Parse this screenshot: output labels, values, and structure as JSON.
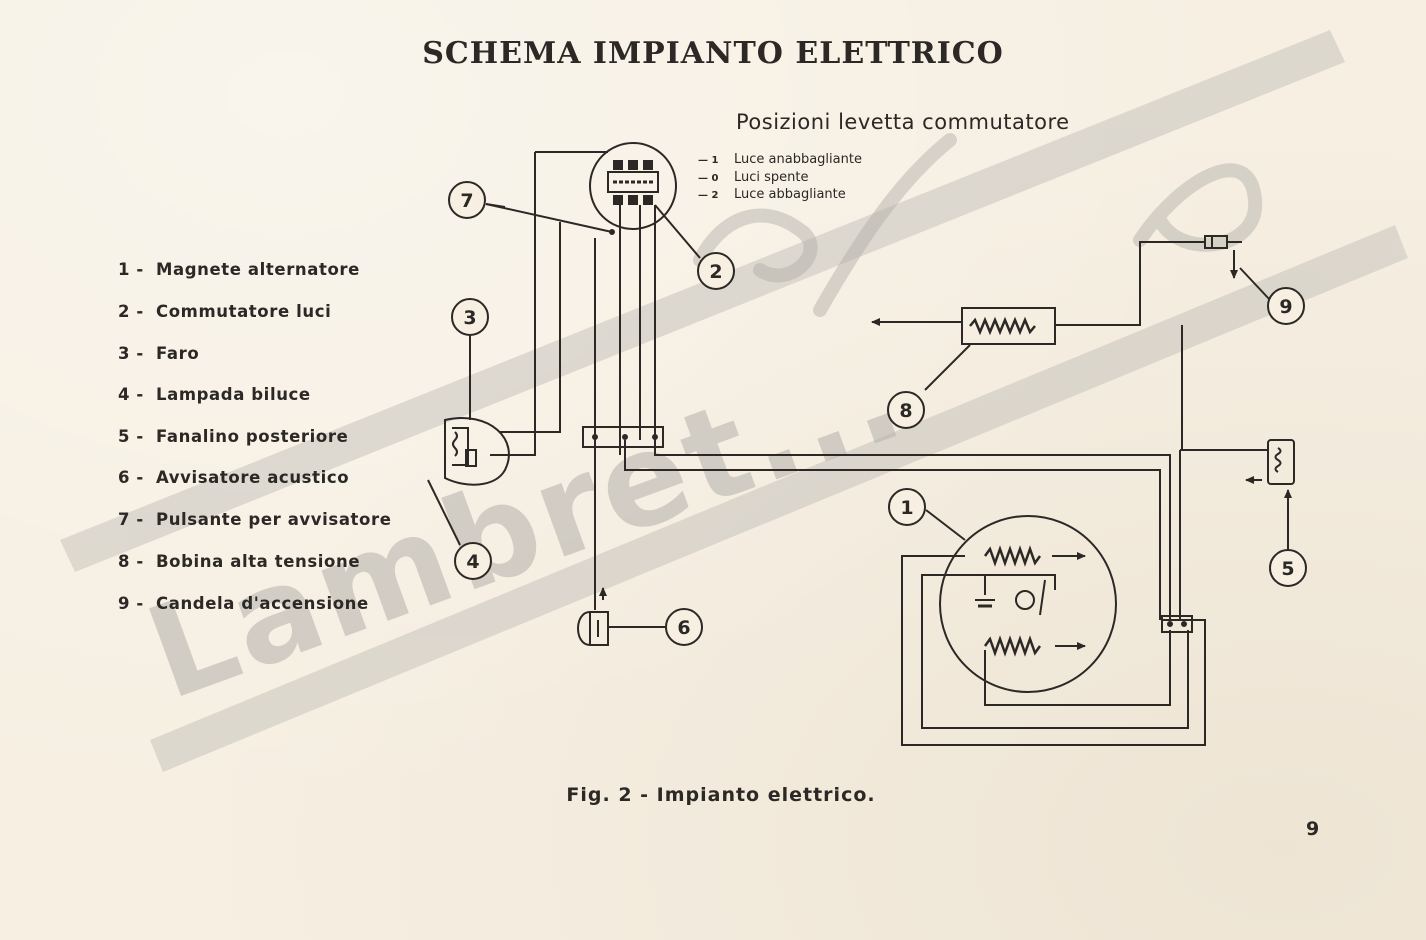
{
  "title": "SCHEMA IMPIANTO ELETTRICO",
  "switch_positions": {
    "title": "Posizioni levetta commutatore",
    "rows": [
      {
        "code": "1",
        "label": "Luce anabbagliante"
      },
      {
        "code": "0",
        "label": "Luci spente"
      },
      {
        "code": "2",
        "label": "Luce abbagliante"
      }
    ]
  },
  "legend": [
    {
      "num": "1 -",
      "label": "Magnete alternatore"
    },
    {
      "num": "2 -",
      "label": "Commutatore luci"
    },
    {
      "num": "3 -",
      "label": "Faro"
    },
    {
      "num": "4 -",
      "label": "Lampada biluce"
    },
    {
      "num": "5 -",
      "label": "Fanalino posteriore"
    },
    {
      "num": "6 -",
      "label": "Avvisatore acustico"
    },
    {
      "num": "7 -",
      "label": "Pulsante per avvisatore"
    },
    {
      "num": "8 -",
      "label": "Bobina alta tensione"
    },
    {
      "num": "9 -",
      "label": "Candela d'accensione"
    }
  ],
  "callouts": {
    "c1": "1",
    "c2": "2",
    "c3": "3",
    "c4": "4",
    "c5": "5",
    "c6": "6",
    "c7": "7",
    "c8": "8",
    "c9": "9"
  },
  "watermark": "Lambret...",
  "caption": "Fig. 2 - Impianto elettrico.",
  "page_number": "9",
  "colors": {
    "paper": "#f6efe2",
    "ink": "#2b2825",
    "watermark": "#b8b4ae"
  }
}
